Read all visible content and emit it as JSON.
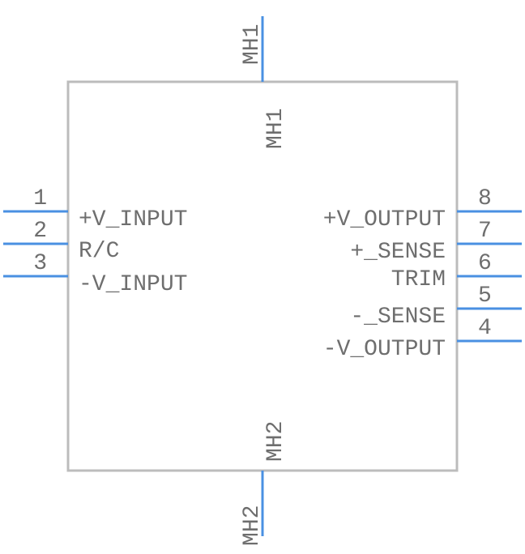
{
  "component": {
    "top_pin": {
      "number": "MH1",
      "name": "MH1"
    },
    "bottom_pin": {
      "number": "MH2",
      "name": "MH2"
    },
    "left_pins": [
      {
        "number": "1",
        "name": "+V_INPUT"
      },
      {
        "number": "2",
        "name": "R/C"
      },
      {
        "number": "3",
        "name": "-V_INPUT"
      }
    ],
    "right_pins": [
      {
        "number": "8",
        "name": "+V_OUTPUT"
      },
      {
        "number": "7",
        "name": "+_SENSE"
      },
      {
        "number": "6",
        "name": "TRIM"
      },
      {
        "number": "5",
        "name": "-_SENSE"
      },
      {
        "number": "4",
        "name": "-V_OUTPUT"
      }
    ]
  },
  "colors": {
    "pin_line": "#4a90e2",
    "body_outline": "#bcbcbc",
    "text": "#6e6e6e"
  }
}
